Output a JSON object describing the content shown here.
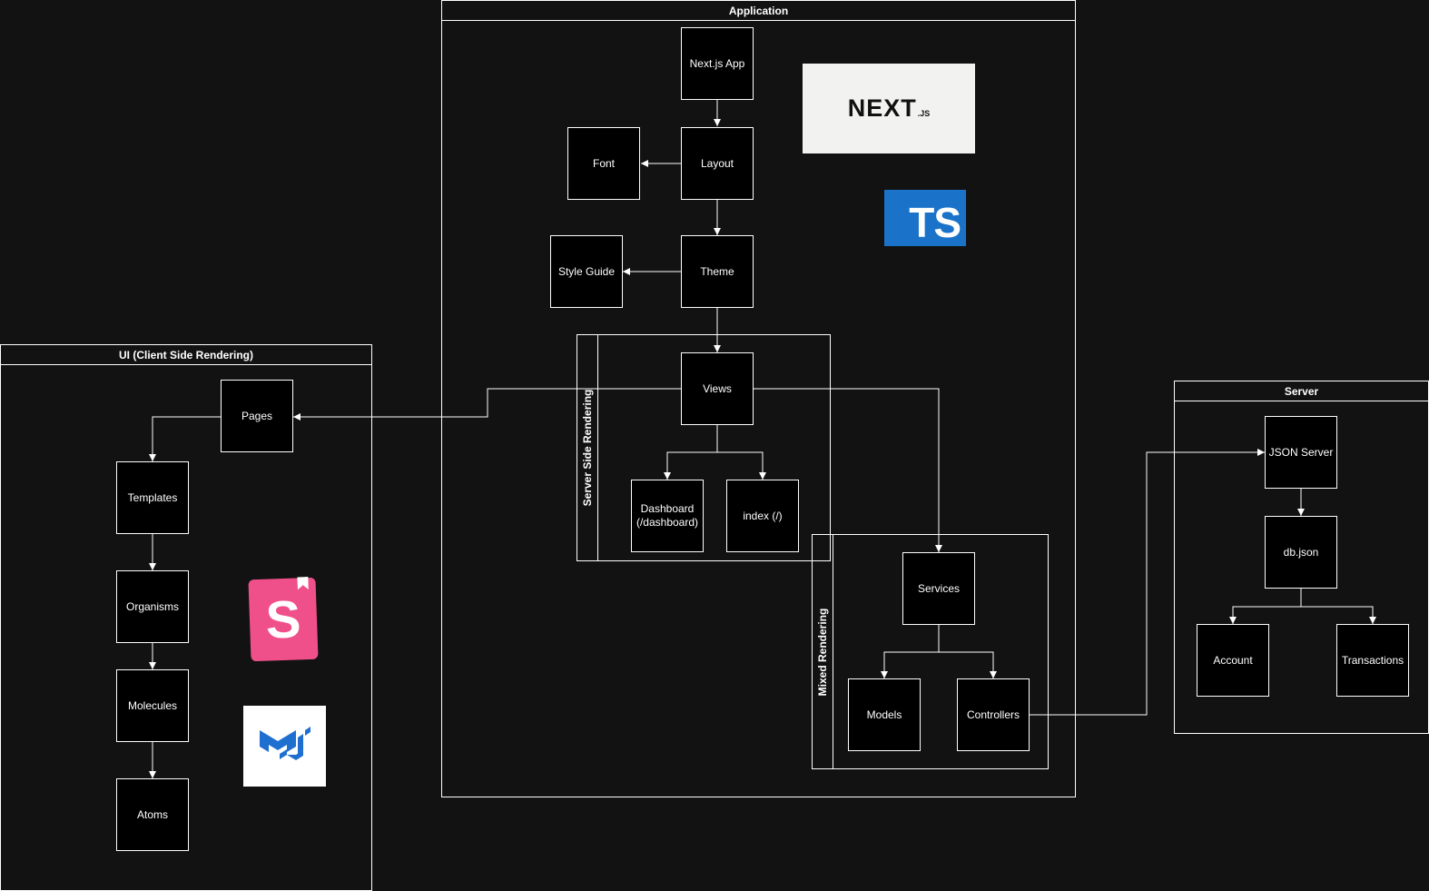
{
  "containers": {
    "application": "Application",
    "ui": "UI (Client Side Rendering)",
    "server": "Server"
  },
  "sections": {
    "ssr": "Server Side Rendering",
    "mixed": "Mixed Rendering"
  },
  "nodes": {
    "nextjs_app": "Next.js App",
    "layout": "Layout",
    "font": "Font",
    "theme": "Theme",
    "style_guide": "Style Guide",
    "views": "Views",
    "dashboard": "Dashboard (/dashboard)",
    "index": "index (/)",
    "services": "Services",
    "models": "Models",
    "controllers": "Controllers",
    "pages": "Pages",
    "templates": "Templates",
    "organisms": "Organisms",
    "molecules": "Molecules",
    "atoms": "Atoms",
    "json_server": "JSON Server",
    "db_json": "db.json",
    "account": "Account",
    "transactions": "Transactions"
  },
  "logos": {
    "nextjs": {
      "text": "NEXT",
      "suffix": ".JS",
      "bg": "#f2f2f0"
    },
    "typescript": {
      "text": "TS",
      "bg": "#1a73c9"
    },
    "storybook": {
      "text": "S",
      "bg": "#f0508a"
    },
    "mui": {
      "bg": "#ffffff",
      "color": "#1e6fd0"
    }
  },
  "colors": {
    "background": "#121212",
    "stroke": "#ffffff",
    "node_fill": "#000000"
  }
}
